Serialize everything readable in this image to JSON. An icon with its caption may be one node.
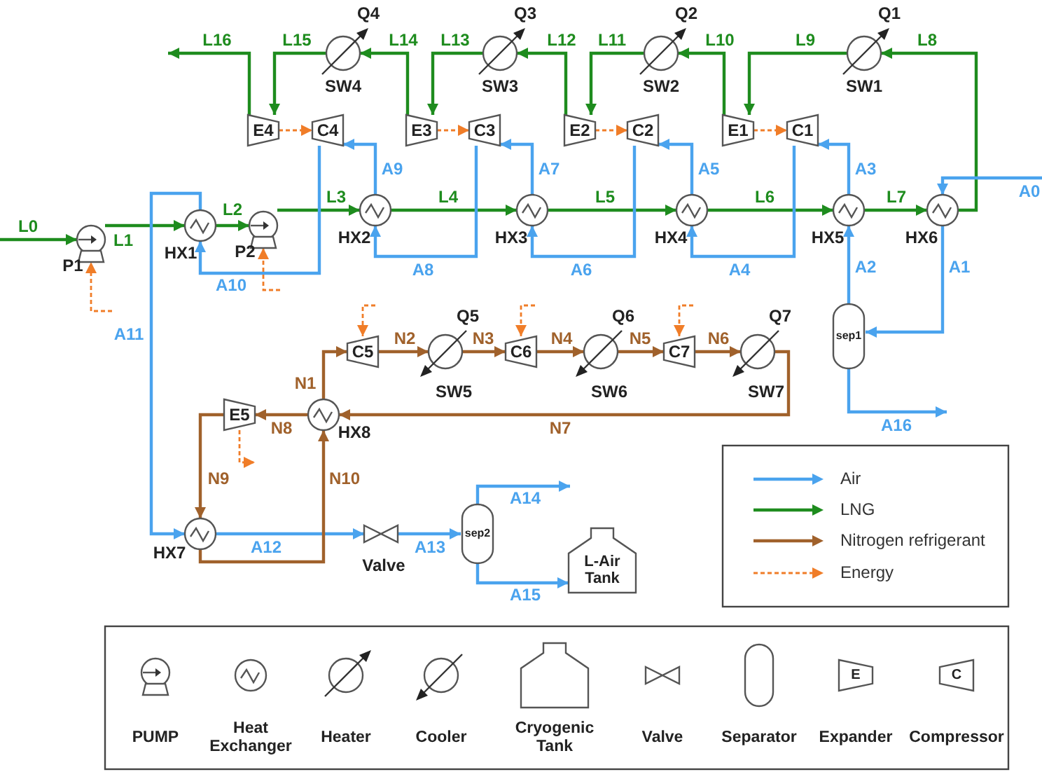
{
  "diagram": {
    "nodes": [
      {
        "text": [],
        "shape": "circle",
        "beside": [
          "P1"
        ]
      },
      {
        "text": [],
        "shape": "circle",
        "beside": [
          "HX1"
        ]
      },
      {
        "text": [],
        "shape": "circle",
        "beside": [
          "P2"
        ]
      },
      {
        "text": [],
        "shape": "circle",
        "beside": [
          "HX2"
        ]
      },
      {
        "text": [],
        "shape": "circle",
        "beside": [
          "HX3"
        ]
      },
      {
        "text": [],
        "shape": "circle",
        "beside": [
          "HX4"
        ]
      },
      {
        "text": [],
        "shape": "circle",
        "beside": [
          "HX5"
        ]
      },
      {
        "text": [],
        "shape": "circle",
        "beside": [
          "HX6"
        ]
      },
      {
        "text": [],
        "shape": "circle",
        "beside": [
          "Q1",
          "SW1"
        ]
      },
      {
        "text": [],
        "shape": "circle",
        "beside": [
          "Q2",
          "SW2"
        ]
      },
      {
        "text": [],
        "shape": "circle",
        "beside": [
          "Q3",
          "SW3"
        ]
      },
      {
        "text": [],
        "shape": "circle",
        "beside": [
          "Q4",
          "SW4"
        ]
      },
      {
        "text": [
          "E1"
        ]
      },
      {
        "text": [
          "C1"
        ]
      },
      {
        "text": [
          "E2"
        ]
      },
      {
        "text": [
          "C2"
        ]
      },
      {
        "text": [
          "E3"
        ]
      },
      {
        "text": [
          "C3"
        ]
      },
      {
        "text": [
          "E4"
        ]
      },
      {
        "text": [
          "C4"
        ]
      },
      {
        "text": [
          "sep1"
        ]
      },
      {
        "text": [
          "C5"
        ]
      },
      {
        "text": [],
        "shape": "circle",
        "beside": [
          "Q5",
          "SW5"
        ]
      },
      {
        "text": [
          "C6"
        ]
      },
      {
        "text": [],
        "shape": "circle",
        "beside": [
          "Q6",
          "SW6"
        ]
      },
      {
        "text": [
          "C7"
        ]
      },
      {
        "text": [],
        "shape": "circle",
        "beside": [
          "Q7",
          "SW7"
        ]
      },
      {
        "text": [
          "E5"
        ]
      },
      {
        "text": [],
        "shape": "circle",
        "beside": [
          "HX8"
        ]
      },
      {
        "text": [],
        "shape": "circle",
        "beside": [
          "HX7"
        ]
      },
      {
        "text": [],
        "shape": "valve",
        "beside": [
          "Valve"
        ]
      },
      {
        "text": [
          "sep2"
        ]
      },
      {
        "text": [
          "L-Air Tank"
        ]
      }
    ],
    "edges": [
      {
        "from": null,
        "to": 0,
        "arrow": "to",
        "label": "L0"
      },
      {
        "from": 0,
        "to": 1,
        "arrow": "to",
        "label": "L1"
      },
      {
        "from": 1,
        "to": 2,
        "arrow": "to",
        "label": "L2"
      },
      {
        "from": 2,
        "to": 3,
        "arrow": "to",
        "label": "L3"
      },
      {
        "from": 3,
        "to": 4,
        "arrow": "to",
        "label": "L4"
      },
      {
        "from": 4,
        "to": 5,
        "arrow": "to",
        "label": "L5"
      },
      {
        "from": 5,
        "to": 6,
        "arrow": "to",
        "label": "L6"
      },
      {
        "from": 6,
        "to": 7,
        "arrow": "to",
        "label": "L7"
      },
      {
        "from": 7,
        "to": 8,
        "arrow": "to",
        "label": "L8"
      },
      {
        "from": 8,
        "to": 12,
        "arrow": "to",
        "label": "L9"
      },
      {
        "from": 12,
        "to": 9,
        "arrow": "to",
        "label": "L10"
      },
      {
        "from": 9,
        "to": 14,
        "arrow": "to",
        "label": "L11"
      },
      {
        "from": 14,
        "to": 10,
        "arrow": "to",
        "label": "L12"
      },
      {
        "from": 10,
        "to": 16,
        "arrow": "to",
        "label": "L13"
      },
      {
        "from": 16,
        "to": 11,
        "arrow": "to",
        "label": "L14"
      },
      {
        "from": 11,
        "to": 18,
        "arrow": "to",
        "label": "L15"
      },
      {
        "from": 18,
        "to": null,
        "arrow": "to",
        "label": "L16"
      },
      {
        "from": null,
        "to": 7,
        "arrow": "to",
        "label": "A0",
        "color": "#4aa3ee"
      },
      {
        "from": 7,
        "to": 20,
        "arrow": "to",
        "label": "A1",
        "color": "#4aa3ee"
      },
      {
        "from": 20,
        "to": 6,
        "arrow": "to",
        "label": "A2",
        "color": "#4aa3ee"
      },
      {
        "from": 6,
        "to": 13,
        "arrow": "to",
        "label": "A3",
        "color": "#4aa3ee"
      },
      {
        "from": 13,
        "to": 5,
        "arrow": "to",
        "label": "A4",
        "color": "#4aa3ee"
      },
      {
        "from": 5,
        "to": 15,
        "arrow": "to",
        "label": "A5",
        "color": "#4aa3ee"
      },
      {
        "from": 15,
        "to": 4,
        "arrow": "to",
        "label": "A6",
        "color": "#4aa3ee"
      },
      {
        "from": 4,
        "to": 17,
        "arrow": "to",
        "label": "A7",
        "color": "#4aa3ee"
      },
      {
        "from": 17,
        "to": 3,
        "arrow": "to",
        "label": "A8",
        "color": "#4aa3ee"
      },
      {
        "from": 3,
        "to": 19,
        "arrow": "to",
        "label": "A9",
        "color": "#4aa3ee"
      },
      {
        "from": 19,
        "to": 1,
        "arrow": "to",
        "label": "A10",
        "color": "#4aa3ee"
      },
      {
        "from": 1,
        "to": 29,
        "arrow": "to",
        "label": "A11",
        "color": "#4aa3ee"
      },
      {
        "from": 29,
        "to": 30,
        "arrow": "to",
        "label": "A12",
        "color": "#4aa3ee"
      },
      {
        "from": 30,
        "to": 31,
        "arrow": "to",
        "label": "A13",
        "color": "#4aa3ee"
      },
      {
        "from": 31,
        "to": null,
        "arrow": "to",
        "label": "A14",
        "color": "#4aa3ee"
      },
      {
        "from": 31,
        "to": 32,
        "arrow": "to",
        "label": "A15",
        "color": "#4aa3ee"
      },
      {
        "from": 20,
        "to": null,
        "arrow": "to",
        "label": "A16",
        "color": "#4aa3ee"
      },
      {
        "from": 28,
        "to": 21,
        "arrow": "to",
        "label": "N1",
        "color": "#a0612b"
      },
      {
        "from": 21,
        "to": 22,
        "arrow": "to",
        "label": "N2",
        "color": "#a0612b"
      },
      {
        "from": 22,
        "to": 23,
        "arrow": "to",
        "label": "N3",
        "color": "#a0612b"
      },
      {
        "from": 23,
        "to": 24,
        "arrow": "to",
        "label": "N4",
        "color": "#a0612b"
      },
      {
        "from": 24,
        "to": 25,
        "arrow": "to",
        "label": "N5",
        "color": "#a0612b"
      },
      {
        "from": 25,
        "to": 26,
        "arrow": "to",
        "label": "N6",
        "color": "#a0612b"
      },
      {
        "from": 26,
        "to": 28,
        "arrow": "to",
        "label": "N7",
        "color": "#a0612b"
      },
      {
        "from": 28,
        "to": 27,
        "arrow": "to",
        "label": "N8",
        "color": "#a0612b"
      },
      {
        "from": 27,
        "to": 29,
        "arrow": "to",
        "label": "N9",
        "color": "#a0612b"
      },
      {
        "from": 29,
        "to": 28,
        "arrow": "to",
        "label": "N10",
        "color": "#a0612b"
      },
      {
        "from": 18,
        "to": 19,
        "arrow": "to",
        "style": "dashed",
        "color": "#f07d28"
      },
      {
        "from": 16,
        "to": 17,
        "arrow": "to",
        "style": "dashed",
        "color": "#f07d28"
      },
      {
        "from": 14,
        "to": 15,
        "arrow": "to",
        "style": "dashed",
        "color": "#f07d28"
      },
      {
        "from": 12,
        "to": 13,
        "arrow": "to",
        "style": "dashed",
        "color": "#f07d28"
      },
      {
        "from": null,
        "to": 0,
        "arrow": "to",
        "style": "dashed",
        "color": "#f07d28"
      },
      {
        "from": null,
        "to": 2,
        "arrow": "to",
        "style": "dashed",
        "color": "#f07d28"
      },
      {
        "from": null,
        "to": 21,
        "arrow": "to",
        "style": "dashed",
        "color": "#f07d28"
      },
      {
        "from": null,
        "to": 23,
        "arrow": "to",
        "style": "dashed",
        "color": "#f07d28"
      },
      {
        "from": null,
        "to": 25,
        "arrow": "to",
        "style": "dashed",
        "color": "#f07d28"
      },
      {
        "from": 27,
        "to": null,
        "arrow": "to",
        "style": "dashed",
        "color": "#f07d28"
      }
    ],
    "labels": [
      "E",
      "C"
    ],
    "legend": [
      {
        "text": "Air"
      },
      {
        "text": "LNG"
      },
      {
        "text": "Nitrogen refrigerant"
      },
      {
        "text": "Energy"
      },
      {
        "text": "PUMP"
      },
      {
        "text": "Heat Exchanger"
      },
      {
        "text": "Heater"
      },
      {
        "text": "Cooler"
      },
      {
        "text": "Cryogenic Tank"
      },
      {
        "text": "Valve"
      },
      {
        "text": "Separator"
      },
      {
        "text": "Expander"
      },
      {
        "text": "Compressor"
      }
    ]
  }
}
